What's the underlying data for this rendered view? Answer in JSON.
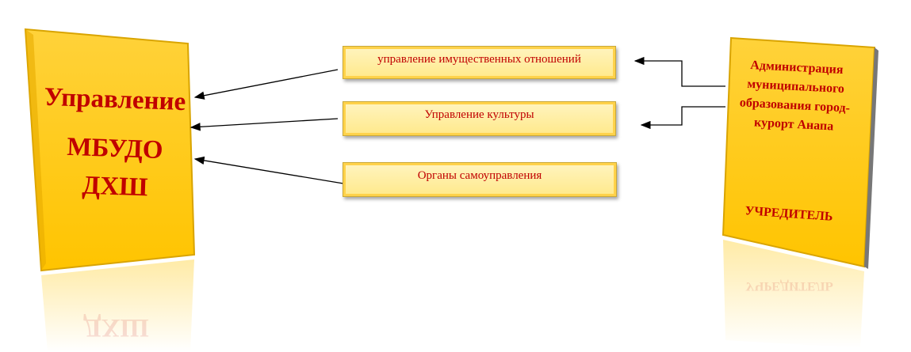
{
  "left_panel": {
    "line1": "Управление",
    "line2": "МБУДО",
    "line3": "ДХШ"
  },
  "middle_boxes": [
    {
      "label": "управление имущественных отношений"
    },
    {
      "label": "Управление культуры"
    },
    {
      "label": "Органы самоуправления"
    }
  ],
  "right_panel": {
    "title": "Администрация муниципального образования город-курорт Анапа",
    "role": "УЧРЕДИТЕЛЬ"
  },
  "colors": {
    "panel": "#ffc800",
    "text": "#c00000"
  }
}
